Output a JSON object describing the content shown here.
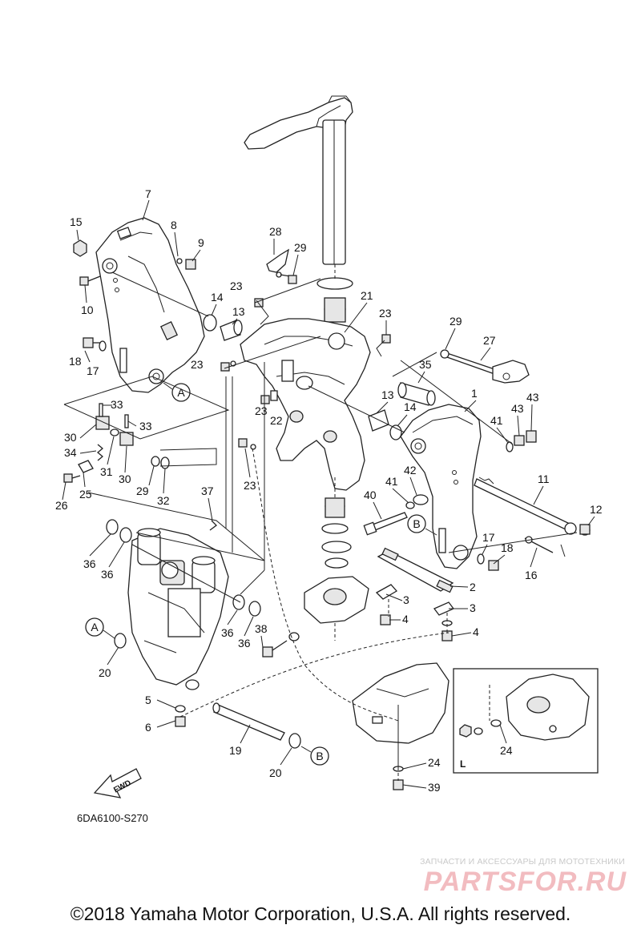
{
  "diagram_code": "6DA6100-S270",
  "fwd_label": "FWD",
  "inset_label": "L",
  "copyright": "©2018 Yamaha Motor Corporation, U.S.A. All rights reserved.",
  "watermark": {
    "tagline": "ЗАПЧАСТИ И АКСЕССУАРЫ ДЛЯ МОТОТЕХНИКИ",
    "logo": "PARTSFOR.RU"
  },
  "callouts": [
    "1",
    "2",
    "3",
    "4",
    "5",
    "6",
    "7",
    "8",
    "9",
    "10",
    "11",
    "12",
    "13",
    "14",
    "15",
    "16",
    "17",
    "18",
    "19",
    "20",
    "21",
    "22",
    "23",
    "24",
    "25",
    "26",
    "27",
    "28",
    "29",
    "30",
    "31",
    "32",
    "33",
    "34",
    "35",
    "36",
    "37",
    "38",
    "39",
    "40",
    "41",
    "42",
    "43"
  ],
  "ref_markers": [
    "A",
    "B"
  ]
}
